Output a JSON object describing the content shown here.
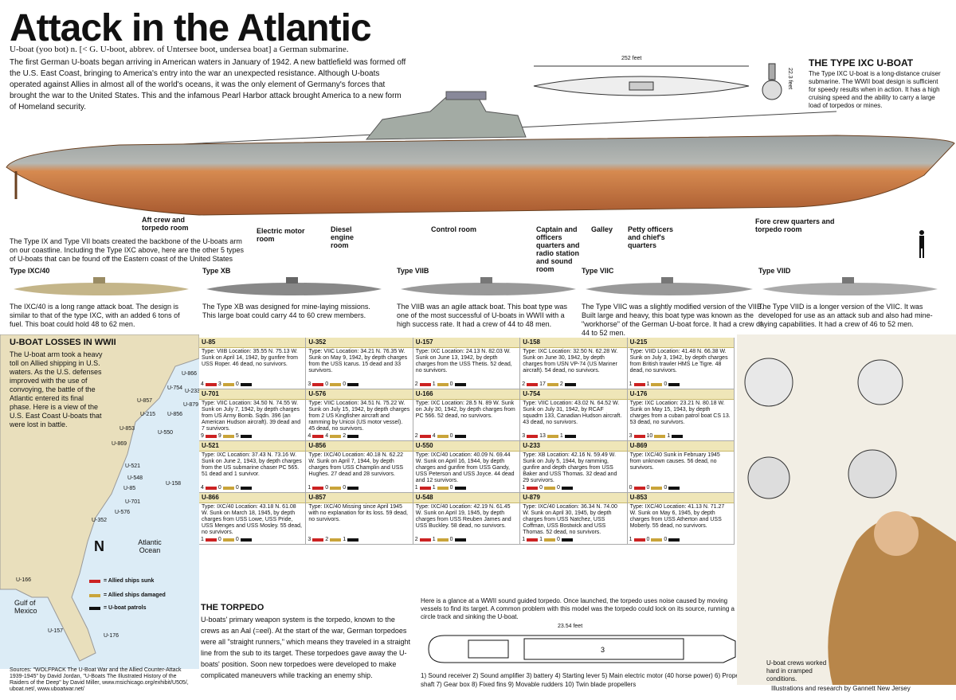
{
  "title": "Attack in the Atlantic",
  "definition": "U-boat (yoo bot) n. [< G. U-boot, abbrev. of Untersee boot, undersea boat] a German submarine.",
  "intro": "The first German U-boats began arriving in American waters in January of 1942. A new battlefield was formed off the U.S. East Coast, bringing to America's entry into the war an unexpected resistance. Although U-boats operated against Allies in almost all of the world's oceans, it was the only element of Germany's forces that brought the war to the United States. This and the infamous Pearl Harbor attack brought America to a new form of Homeland security.",
  "ixc": {
    "title": "THE TYPE IXC U-BOAT",
    "text": "The Type IXC U-boat is a long-distance cruiser submarine. The WWII boat design is sufficient for speedy results when in action. It has a high cruising speed and the ability to carry a large load of torpedos or mines.",
    "length": "252 feet",
    "height": "22.3 feet"
  },
  "compartments": [
    "Aft crew and torpedo room",
    "Electric motor room",
    "Diesel engine room",
    "Control room",
    "Captain and officers quarters and radio station and sound room",
    "Galley",
    "Petty officers and chief's quarters",
    "Fore crew quarters and torpedo room"
  ],
  "types_intro": "The Type IX and Type VII boats created the backbone of the U-boats arm on our coastline. Including the Type IXC above, here are the other 5 types of U-boats that can be found off the Eastern coast of the United States",
  "types": [
    {
      "name": "Type IXC/40",
      "desc": "The IXC/40 is a long range attack boat. The design is similar to that of the type IXC, with an added 6 tons of fuel. This boat could hold 48 to 62 men."
    },
    {
      "name": "Type XB",
      "desc": "The Type XB was designed for mine-laying missions. This large boat could carry 44 to 60 crew members."
    },
    {
      "name": "Type VIIB",
      "desc": "The VIIB was an agile attack boat. This boat type was one of the most successful of U-boats in WWII with a high success rate. It had a crew of 44 to 48 men."
    },
    {
      "name": "Type VIIC",
      "desc": "The Type VIIC was a slightly modified version of the VIIB. Built large and heavy, this boat type was known as the \"workhorse\" of the German U-boat force. It had a crew of 44 to 52 men."
    },
    {
      "name": "Type VIID",
      "desc": "The Type VIID is a longer version of the VIIC. It was developed for use as an attack sub and also had mine-laying capabilities. It had a crew of 46 to 52 men."
    }
  ],
  "losses": {
    "title": "U-BOAT LOSSES IN WWII",
    "text": "The U-boat arm took a heavy toll on Allied shipping in U.S. waters. As the U.S. defenses improved with the use of convoying, the battle of the Atlantic entered its final phase. Here is a view of the U.S. East Coast U-boats that were lost in battle."
  },
  "map": {
    "ocean": "Atlantic Ocean",
    "gulf": "Gulf of Mexico",
    "labels": [
      "U-866",
      "U-754",
      "U-233",
      "U-857",
      "U-879",
      "U-215",
      "U-856",
      "U-853",
      "U-550",
      "U-869",
      "U-521",
      "U-548",
      "U-85",
      "U-158",
      "U-701",
      "U-576",
      "U-352",
      "U-166",
      "U-157",
      "U-176"
    ],
    "legend": [
      "= Allied ships sunk",
      "= Allied ships damaged",
      "= U-boat patrols"
    ],
    "colors": {
      "sunk": "#c22222",
      "damaged": "#c9a43a",
      "patrol": "#111111"
    }
  },
  "boats": [
    {
      "id": "U-85",
      "body": "Type: VIIB Location: 35.55 N. 75.13 W. Sunk on April 14, 1942, by gunfire from USS Roper. 46 dead, no survivors.",
      "s": "4",
      "d": "3",
      "p": "0"
    },
    {
      "id": "U-352",
      "body": "Type: VIIC Location: 34.21 N. 76.35 W. Sunk on May 9, 1942, by depth charges from the USS Icarus. 15 dead and 33 survivors.",
      "s": "3",
      "d": "0",
      "p": "0"
    },
    {
      "id": "U-157",
      "body": "Type: IXC Location: 24.13 N. 82.03 W. Sunk on June 13, 1942, by depth charges from the USS Thetis. 52 dead, no survivors.",
      "s": "2",
      "d": "1",
      "p": "0"
    },
    {
      "id": "U-158",
      "body": "Type: IXC Location: 32.50 N. 62.28 W. Sunk on June 30, 1942, by depth charges from USN VP-74 (US Mariner aircraft). 54 dead, no survivors.",
      "s": "2",
      "d": "17",
      "p": "2"
    },
    {
      "id": "U-215",
      "body": "Type: VIID Location: 41.48 N. 66.38 W. Sunk on July 3, 1942, by depth charges from British trawler HMS Le Tigre. 48 dead, no survivors.",
      "s": "1",
      "d": "1",
      "p": "0"
    },
    {
      "id": "U-701",
      "body": "Type: VIIC Location: 34.50 N. 74.55 W. Sunk on July 7, 1942, by depth charges from US Army Bomb. Sqdn. 396 (an American Hudson aircraft). 39 dead and 7 survivors.",
      "s": "9",
      "d": "9",
      "p": "5"
    },
    {
      "id": "U-576",
      "body": "Type: VIIC Location: 34.51 N. 75.22 W. Sunk on July 15, 1942, by depth charges from 2 US Kingfisher aircraft and ramming by Unicoi (US motor vessel). 45 dead, no survivors.",
      "s": "4",
      "d": "4",
      "p": "2"
    },
    {
      "id": "U-166",
      "body": "Type: IXC Location: 28.5 N. 89 W. Sunk on July 30, 1942, by depth charges from PC 566. 52 dead, no survivors.",
      "s": "2",
      "d": "4",
      "p": "0"
    },
    {
      "id": "U-754",
      "body": "Type: VIIC Location: 43.02 N. 64.52 W. Sunk on July 31, 1942, by RCAF squadrn 133, Canadian Hudson aircraft. 43 dead, no survivors.",
      "s": "3",
      "d": "13",
      "p": "1"
    },
    {
      "id": "U-176",
      "body": "Type: IXC Location: 23.21 N. 80.18 W. Sunk on May 15, 1943, by depth charges from a cuban patrol boat CS 13. 53 dead, no survivors.",
      "s": "3",
      "d": "10",
      "p": "1"
    },
    {
      "id": "U-521",
      "body": "Type: IXC Location: 37.43 N. 73.16 W. Sunk on June 2, 1943, by depth charges from the US submarine chaser PC 565. 51 dead and 1 survivor.",
      "s": "4",
      "d": "0",
      "p": "0"
    },
    {
      "id": "U-856",
      "body": "Type: IXC/40 Location: 40.18 N. 62.22 W. Sunk on April 7, 1944, by depth charges from USS Champlin and USS Hughes. 27 dead and 28 survivors.",
      "s": "1",
      "d": "0",
      "p": "0"
    },
    {
      "id": "U-550",
      "body": "Type: IXC/40 Location: 40.09 N. 69.44 W. Sunk on April 16, 1944, by depth charges and gunfire from USS Gandy, USS Peterson and USS Joyce. 44 dead and 12 survivors.",
      "s": "1",
      "d": "1",
      "p": "0"
    },
    {
      "id": "U-233",
      "body": "Type: XB Location: 42.16 N. 59.49 W. Sunk on July 5, 1944, by ramming, gunfire and depth charges from USS Baker and USS Thomas. 32 dead and 29 survivors.",
      "s": "1",
      "d": "0",
      "p": "0"
    },
    {
      "id": "U-869",
      "body": "Type: IXC/40 Sunk in February 1945 from unknown causes. 56 dead, no survivors.",
      "s": "0",
      "d": "0",
      "p": "0"
    },
    {
      "id": "U-866",
      "body": "Type: IXC/40 Location: 43.18 N. 61.08 W. Sunk on March 18, 1945, by depth charges from USS Lowe, USS Pride, USS Menges and USS Mosley. 55 dead, no survivors.",
      "s": "1",
      "d": "0",
      "p": "0"
    },
    {
      "id": "U-857",
      "body": "Type: IXC/40 Missing since April 1945 with no explanation for its loss. 59 dead, no survivors.",
      "s": "3",
      "d": "2",
      "p": "1"
    },
    {
      "id": "U-548",
      "body": "Type: IXC/40 Location: 42.19 N. 61.45 W. Sunk on April 19, 1945, by depth charges from USS Reuben James and USS Buckley. 58 dead, no survivors.",
      "s": "2",
      "d": "1",
      "p": "0"
    },
    {
      "id": "U-879",
      "body": "Type: IXC/40 Location: 36.34 N. 74.00 W. Sunk on April 30, 1945, by depth charges from USS Natchez, USS Coffman, USS Bostwick and USS Thomas. 52 dead, no survivors.",
      "s": "1",
      "d": "1",
      "p": "0"
    },
    {
      "id": "U-853",
      "body": "Type: IXC/40 Location: 41.13 N. 71.27 W. Sunk on May 6, 1945, by depth charges from USS Atherton and USS Moberly. 55 dead, no survivors.",
      "s": "1",
      "d": "0",
      "p": "0"
    }
  ],
  "torpedo": {
    "title": "THE TORPEDO",
    "text": "U-boats' primary weapon system is the torpedo, known to the crews as an Aal (=eel). At the start of the war, German torpedoes were all \"straight runners,\" which means they traveled in a straight line from the sub to its target. These torpedoes gave away the U-boats' position. Soon new torpedoes were developed to make complicated maneuvers while tracking an enemy ship.",
    "note": "Here is a glance at a WWII sound guided torpedo. Once launched, the torpedo uses noise caused by moving vessels to find its target. A common problem with this model was the torpedo could lock on its source, running a circle track and sinking the U-boat.",
    "length": "23.54 feet",
    "parts": "1) Sound receiver 2) Sound amplifier 3) battery 4) Starting lever 5) Main electric motor (40 horse power) 6) Propeller shaft 7) Gear box 8) Fixed fins 9) Movable rudders 10) Twin blade propellers"
  },
  "sources": "Sources: \"WOLFPACK The U-Boat War and the Allied Counter-Attack 1939-1945\" by David Jordan, \"U-Boats The Illustrated History of the Raiders of the Deep\" by David Miller, www.msichicago.org/exhibit/U505/, uboat.net/, www.uboatwar.net/",
  "crew_note": "U-boat crews worked hard in cramped conditions.",
  "credit": "Illustrations and research by Gannett New Jersey"
}
